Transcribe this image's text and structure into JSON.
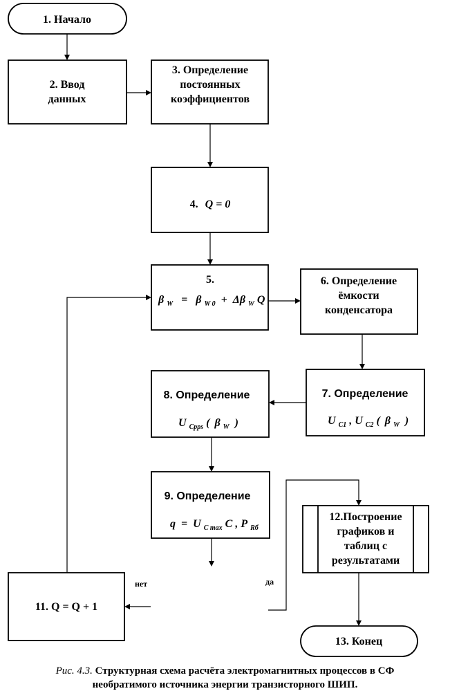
{
  "blocks": {
    "b1": {
      "text": "1. Начало"
    },
    "b2": {
      "line1": "2. Ввод",
      "line2": "данных"
    },
    "b3": {
      "line1": "3. Определение",
      "line2": "постоянных",
      "line3": "коэффициентов"
    },
    "b4": {
      "number": "4.",
      "formula": "Q = 0"
    },
    "b5": {
      "number": "5.",
      "beta": "β",
      "beta_sub": "W",
      "beta0_sub": "W 0",
      "dbeta": "Δβ",
      "dbeta_sub": "W",
      "q": "Q",
      "eq": "=",
      "plus": "+"
    },
    "b6": {
      "line1": "6. Определение",
      "line2": "ёмкости",
      "line3": "конденсатора"
    },
    "b7": {
      "title": "7. Определение",
      "u": "U",
      "c1_sub": "C1",
      "comma": ",",
      "c2_sub": "C2",
      "paren_open": "(",
      "beta": "β",
      "beta_sub": "W",
      "paren_close": ")"
    },
    "b8": {
      "title": "8. Определение",
      "u": "U",
      "sub": "Cpps",
      "paren_open": "(",
      "beta": "β",
      "beta_sub": "W",
      "paren_close": ")"
    },
    "b9": {
      "title": "9. Определение",
      "q": "q",
      "eq": "=",
      "u": "U",
      "u_sub": "C max",
      "c": "C",
      "comma": ",",
      "p": "P",
      "p_sub": "Rб"
    },
    "b11": {
      "text": "11. Q = Q + 1"
    },
    "b12": {
      "line1": "12.Построение",
      "line2": "графиков и",
      "line3": "таблиц с",
      "line4": "результатами"
    },
    "b13": {
      "text": "13. Конец"
    }
  },
  "branch_labels": {
    "no": "нет",
    "yes": "да"
  },
  "caption": {
    "figure": "Рис. 4.3.",
    "line1": "Структурная схема расчёта электромагнитных процессов в СФ",
    "line2": "необратимого источника энергии транзисторного ШИП."
  }
}
